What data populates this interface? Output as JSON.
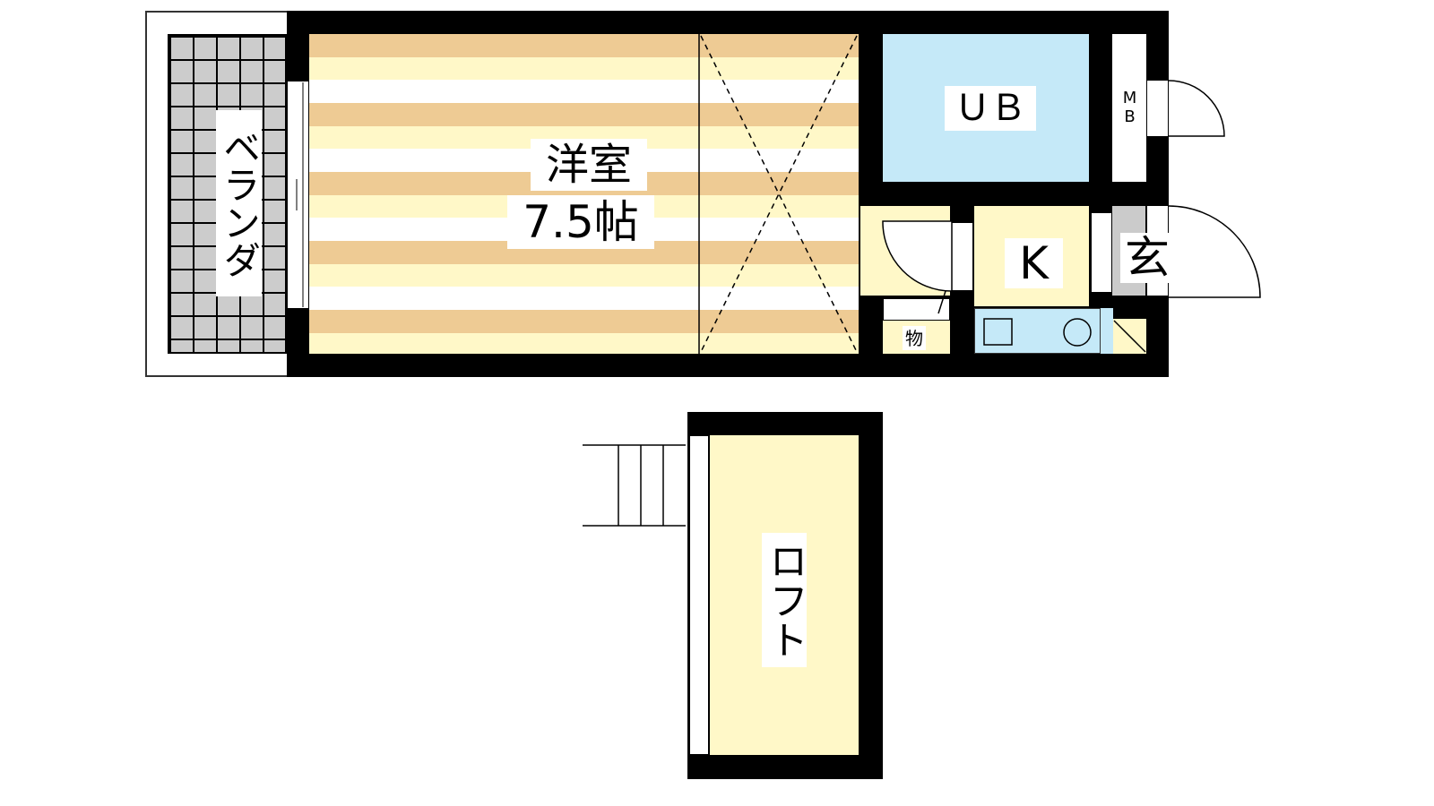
{
  "rooms": {
    "balcony": "ベランダ",
    "western_room": "洋室",
    "western_room_size": "7.5帖",
    "bath": "ＵＢ",
    "meter_box": "MB",
    "kitchen": "K",
    "storage": "物",
    "entrance": "玄",
    "loft": "ロフト"
  },
  "colors": {
    "wall": "#000000",
    "floor_stripe_tan": "#eecb94",
    "floor_stripe_cream": "#fff8c8",
    "bath_blue": "#c5e9f8",
    "balcony_grey": "#cccccc",
    "entrance_grey": "#cbcbcb"
  }
}
